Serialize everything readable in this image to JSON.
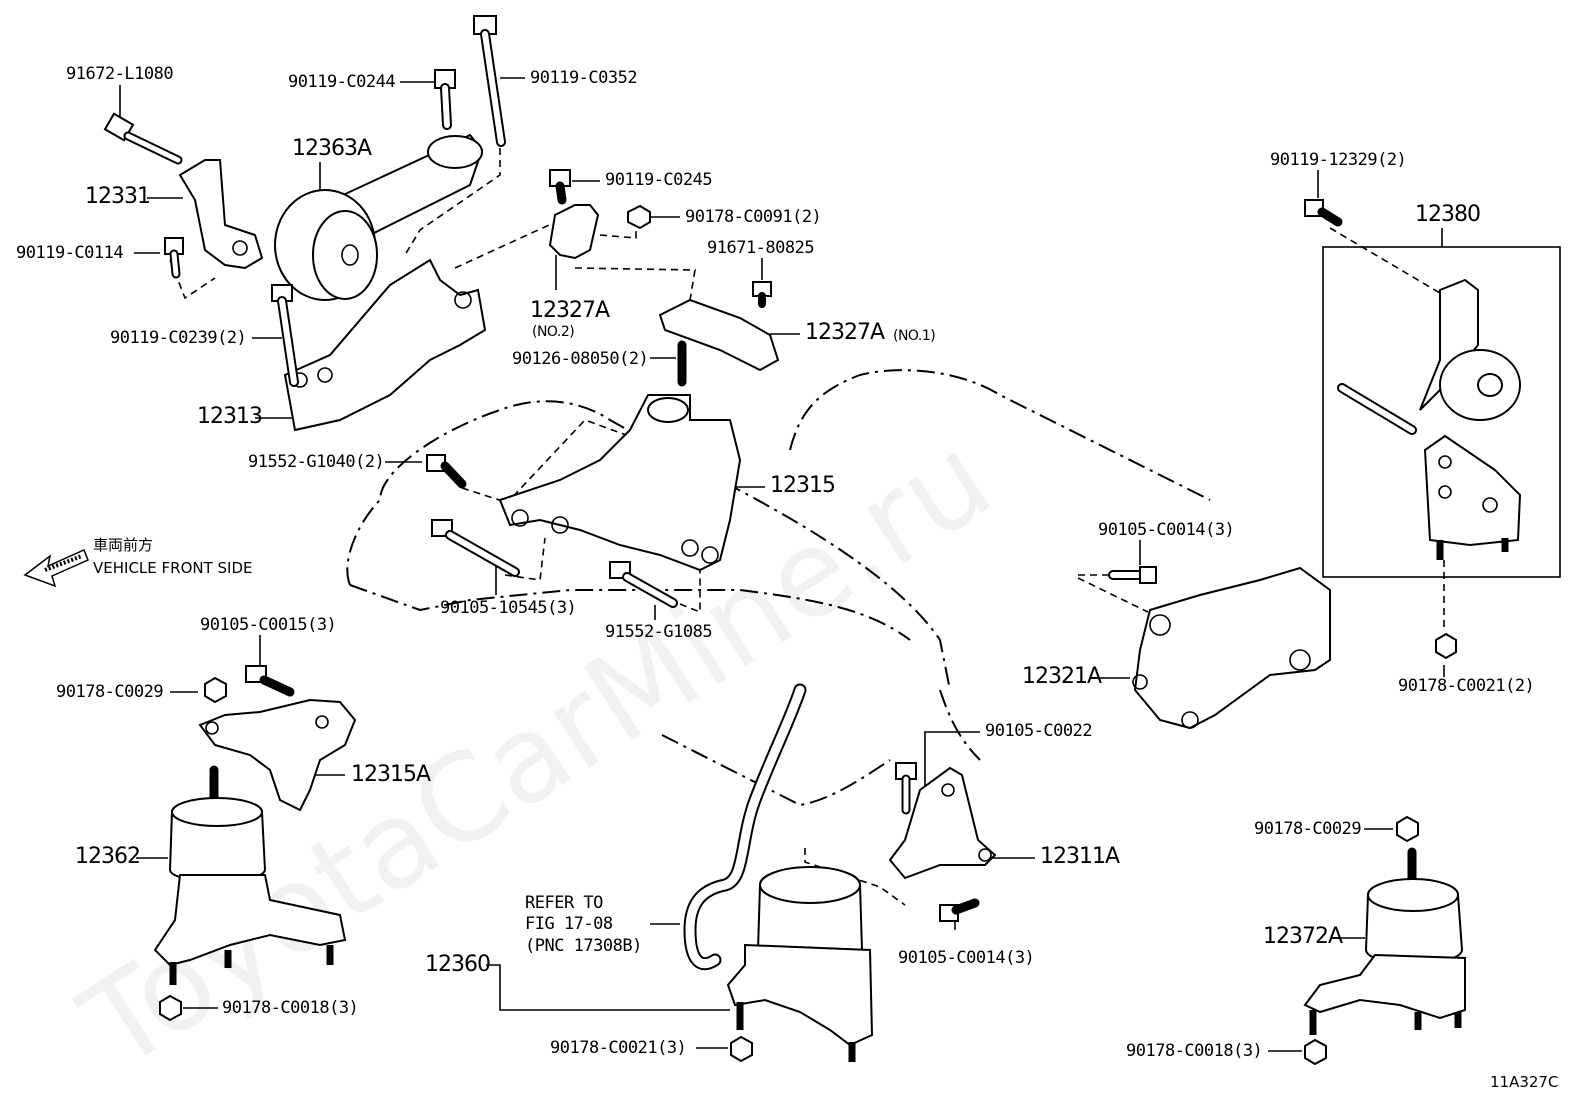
{
  "diagram": {
    "code": "11A327C",
    "watermark": "ToyotaCarMine.ru",
    "direction": {
      "jp": "車両前方",
      "en": "VEHICLE FRONT SIDE"
    },
    "parts": [
      {
        "id": "p1",
        "text": "91672-L1080"
      },
      {
        "id": "p2",
        "text": "90119-C0244"
      },
      {
        "id": "p3",
        "text": "90119-C0352"
      },
      {
        "id": "p4",
        "text": "12363A"
      },
      {
        "id": "p5",
        "text": "12331"
      },
      {
        "id": "p6",
        "text": "90119-C0114"
      },
      {
        "id": "p7",
        "text": "90119-C0239(2)"
      },
      {
        "id": "p8",
        "text": "12313"
      },
      {
        "id": "p9",
        "text": "90119-C0245"
      },
      {
        "id": "p10",
        "text": "90178-C0091(2)"
      },
      {
        "id": "p11",
        "text": "91671-80825"
      },
      {
        "id": "p12",
        "text": "12327A"
      },
      {
        "id": "p13",
        "text": "(NO.2)"
      },
      {
        "id": "p14",
        "text": "12327A"
      },
      {
        "id": "p15",
        "text": "(NO.1)"
      },
      {
        "id": "p16",
        "text": "90126-08050(2)"
      },
      {
        "id": "p17",
        "text": "91552-G1040(2)"
      },
      {
        "id": "p18",
        "text": "12315"
      },
      {
        "id": "p19",
        "text": "90105-10545(3)"
      },
      {
        "id": "p20",
        "text": "91552-G1085"
      },
      {
        "id": "p21",
        "text": "90119-12329(2)"
      },
      {
        "id": "p22",
        "text": "12380"
      },
      {
        "id": "p23",
        "text": "90105-C0014(3)"
      },
      {
        "id": "p24",
        "text": "12321A"
      },
      {
        "id": "p25",
        "text": "90178-C0021(2)"
      },
      {
        "id": "p26",
        "text": "90105-C0015(3)"
      },
      {
        "id": "p27",
        "text": "90178-C0029"
      },
      {
        "id": "p28",
        "text": "12315A"
      },
      {
        "id": "p29",
        "text": "12362"
      },
      {
        "id": "p30",
        "text": "90178-C0018(3)"
      },
      {
        "id": "p31",
        "text": "90105-C0022"
      },
      {
        "id": "p32",
        "text": "12311A"
      },
      {
        "id": "p33",
        "text": "90105-C0014(3)"
      },
      {
        "id": "p34",
        "text": "REFER TO"
      },
      {
        "id": "p35",
        "text": "FIG 17-08"
      },
      {
        "id": "p36",
        "text": "(PNC 17308B)"
      },
      {
        "id": "p37",
        "text": "12360"
      },
      {
        "id": "p38",
        "text": "90178-C0021(3)"
      },
      {
        "id": "p39",
        "text": "90178-C0029"
      },
      {
        "id": "p40",
        "text": "12372A"
      },
      {
        "id": "p41",
        "text": "90178-C0018(3)"
      }
    ]
  }
}
